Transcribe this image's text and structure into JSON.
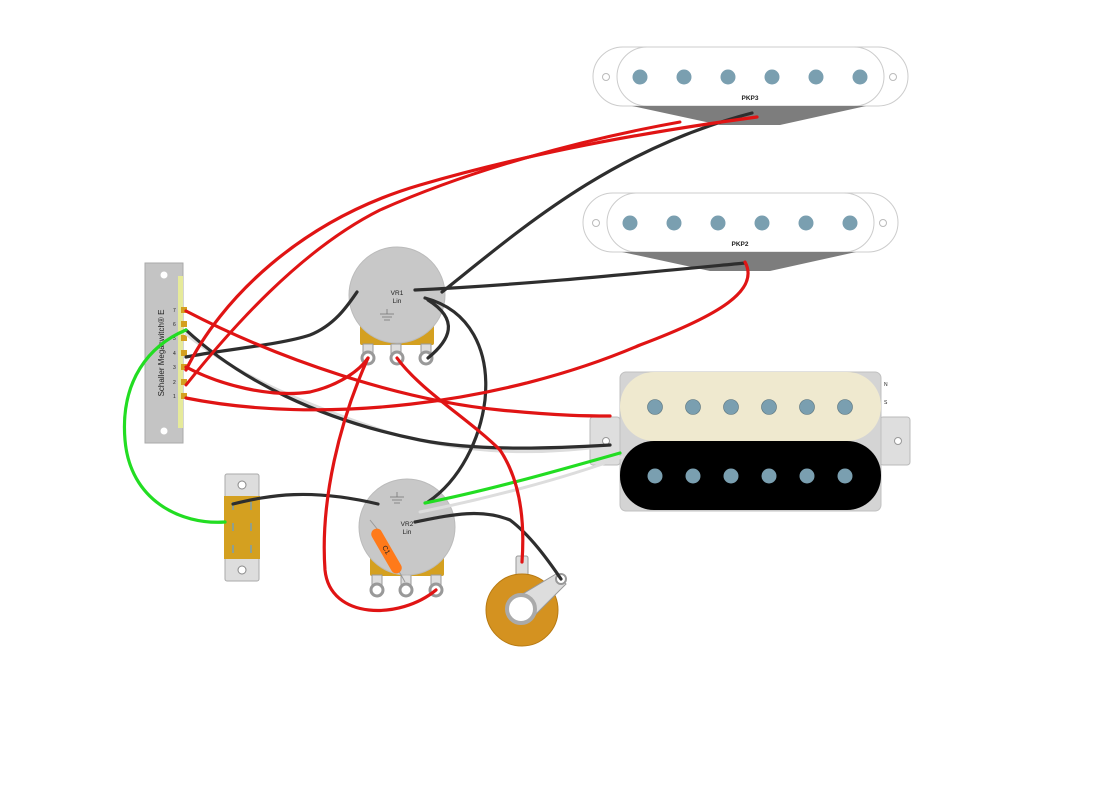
{
  "pickups": {
    "pkp3": {
      "label": "PKP3"
    },
    "pkp2": {
      "label": "PKP2"
    },
    "humbucker": {
      "north_label": "N",
      "south_label": "S"
    }
  },
  "pots": {
    "vr1": {
      "name": "VR1",
      "taper": "Lin"
    },
    "vr2": {
      "name": "VR2",
      "taper": "Lin"
    }
  },
  "capacitor": {
    "label": "C1"
  },
  "switch": {
    "label": "Schaller Megaswitch® E",
    "pins": [
      "1",
      "2",
      "3",
      "4",
      "5",
      "6",
      "7"
    ]
  },
  "colors": {
    "wire_red": "#e01414",
    "wire_black": "#2e2e2e",
    "wire_green": "#22dd22",
    "wire_white": "#dddddd",
    "pot_body": "#c8c8c8",
    "pot_mount": "#d4a020",
    "pole": "#7a9fb0",
    "humbucker_cream": "#efe9cf",
    "humbucker_black": "#000000",
    "jack": "#d49220",
    "cap": "#ff7a1a"
  }
}
